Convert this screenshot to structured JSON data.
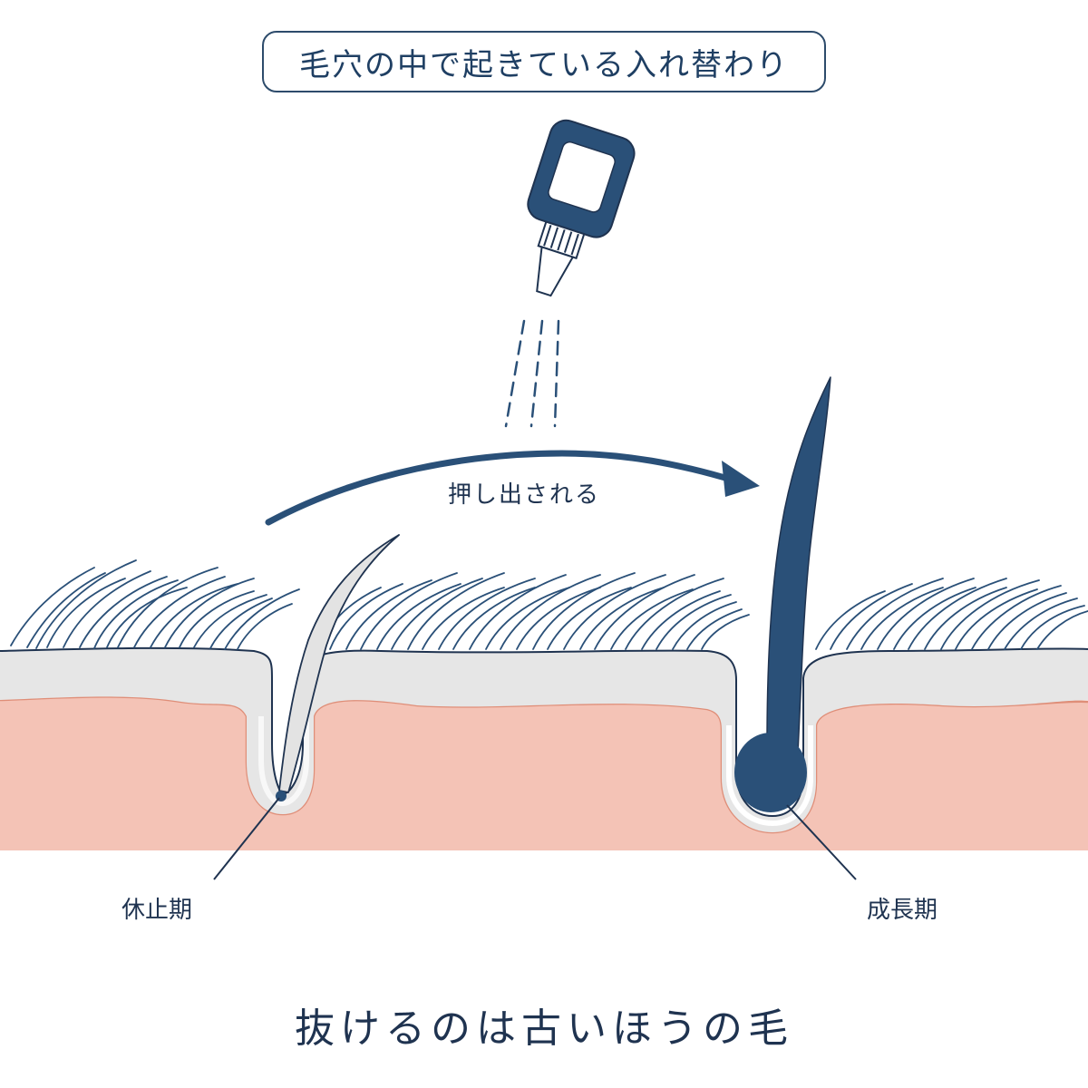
{
  "title": "毛穴の中で起きている入れ替わり",
  "arrow_label": "押し出される",
  "labels": {
    "resting": "休止期",
    "growth": "成長期"
  },
  "caption": "抜けるのは古いほうの毛",
  "colors": {
    "navy": "#2a5078",
    "outline": "#1f3350",
    "skin": "#f4c3b6",
    "skin_edge": "#df8e78",
    "epidermis": "#e6e6e6",
    "old_hair": "#e3e3e3"
  },
  "icons": {
    "bottle": "dropper-bottle-icon"
  }
}
